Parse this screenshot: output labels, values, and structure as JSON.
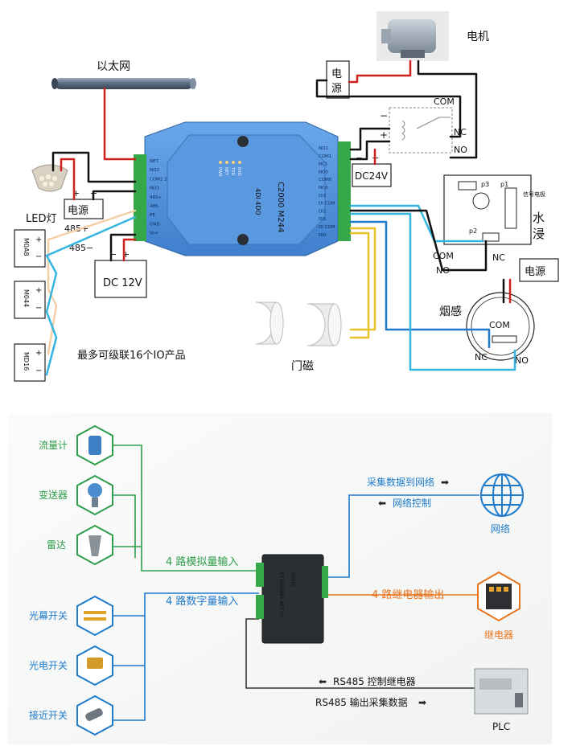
{
  "top": {
    "ethernet": "以太网",
    "motor": "电机",
    "power_supply_motor": "电源",
    "relay_com": "COM",
    "relay_nc": "NC",
    "relay_no": "NO",
    "relay_minus": "−",
    "relay_plus": "+",
    "dc24v": "DC24V",
    "dc24_minus": "−",
    "dc24_plus": "+",
    "led": "LED灯",
    "power_supply_led": "电源",
    "led_plus": "+",
    "led_minus": "−",
    "rs485_plus": "485+",
    "rs485_minus": "485−",
    "dc12v": "DC 12V",
    "dc12_minus": "−",
    "dc12_plus": "+",
    "module_a": "M0A8",
    "module_b": "M044",
    "module_c": "MD16",
    "cascade_note": "最多可级联16个IO产品",
    "door_sensor": "门磁",
    "water_label_1": "水",
    "water_label_2": "浸",
    "water_com": "COM",
    "water_nc": "NC",
    "water_no": "NO",
    "water_p1": "p1",
    "water_p2": "p2",
    "water_p3": "p3",
    "water_side_text": "信号电极",
    "smoke": "烟感",
    "smoke_com": "COM",
    "smoke_nc": "NC",
    "smoke_no": "NO",
    "power_supply_smoke": "电源",
    "device_title": "C2000 M244",
    "device_sub": "4DI 4DO",
    "device_leds": [
      "RXD",
      "TXD",
      "NET",
      "PWR"
    ],
    "device_left_pins": [
      "NET",
      "NO2",
      "COM2 3",
      "NO3",
      "485+",
      "485-",
      "PE",
      "GND",
      "Vo+"
    ],
    "device_right_pins": [
      "NO1",
      "COM1",
      "NC1",
      "NO0",
      "COM0",
      "NC0",
      "DI3",
      "DI COM",
      "DI2",
      "DI1",
      "DI COM",
      "DI0"
    ]
  },
  "bottom": {
    "flowmeter": "流量计",
    "transmitter": "变送器",
    "radar": "雷达",
    "light_curtain": "光幕开关",
    "photo_switch": "光电开关",
    "proximity": "接近开关",
    "analog_in": "4 路模拟量输入",
    "digital_in": "4 路数字量输入",
    "collect_to_net": "采集数据到网络",
    "net_control": "网络控制",
    "network": "网络",
    "relay_out": "4 路继电器输出",
    "relay": "继电器",
    "rs485_ctrl": "RS485 控制继电器",
    "rs485_out": "RS485 输出采集数据",
    "plc": "PLC",
    "device_text": "ETH/RS485 NET IO",
    "brand": "EBYTE"
  },
  "colors": {
    "green": "#2e9d4a",
    "blue": "#1f7ac9",
    "orange": "#e8741c",
    "device_blue": "#4f8fd6",
    "wire_red": "#d0201c",
    "wire_cyan": "#35b6e0",
    "wire_tan": "#f3cfa6",
    "wire_yellow": "#e8c229"
  }
}
